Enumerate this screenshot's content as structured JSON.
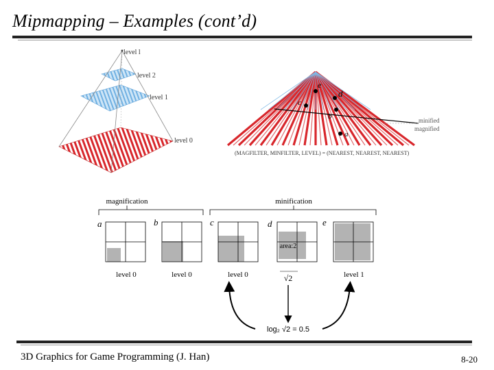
{
  "slide": {
    "title": "Mipmapping – Examples (cont’d)",
    "footer_left": "3D Graphics for Game Programming (J. Han)",
    "footer_right": "8-20"
  },
  "pyramid": {
    "levels": [
      "level l",
      "level 2",
      "level 1",
      "level 0"
    ],
    "colors": {
      "top": "#7fb9e6",
      "base": "#d8262b"
    }
  },
  "perspective": {
    "points": [
      "e",
      "d",
      "c",
      "b",
      "a"
    ],
    "labels": {
      "minified": "minified",
      "magnified": "magnified"
    },
    "caption": "(MAGFILTER, MINFILTER, LEVEL) = (NEAREST, NEAREST, NEAREST)"
  },
  "grids": {
    "magnification_label": "magnification",
    "minification_label": "minification",
    "cells": [
      {
        "letter": "a",
        "level": "level 0"
      },
      {
        "letter": "b",
        "level": "level 0"
      },
      {
        "letter": "c",
        "level": "level 0"
      },
      {
        "letter": "d",
        "level": ""
      },
      {
        "letter": "e",
        "level": "level 1"
      }
    ],
    "area_label": "area:2",
    "sqrt_label": "√2",
    "log_label": "log₂ √2 = 0.5"
  }
}
